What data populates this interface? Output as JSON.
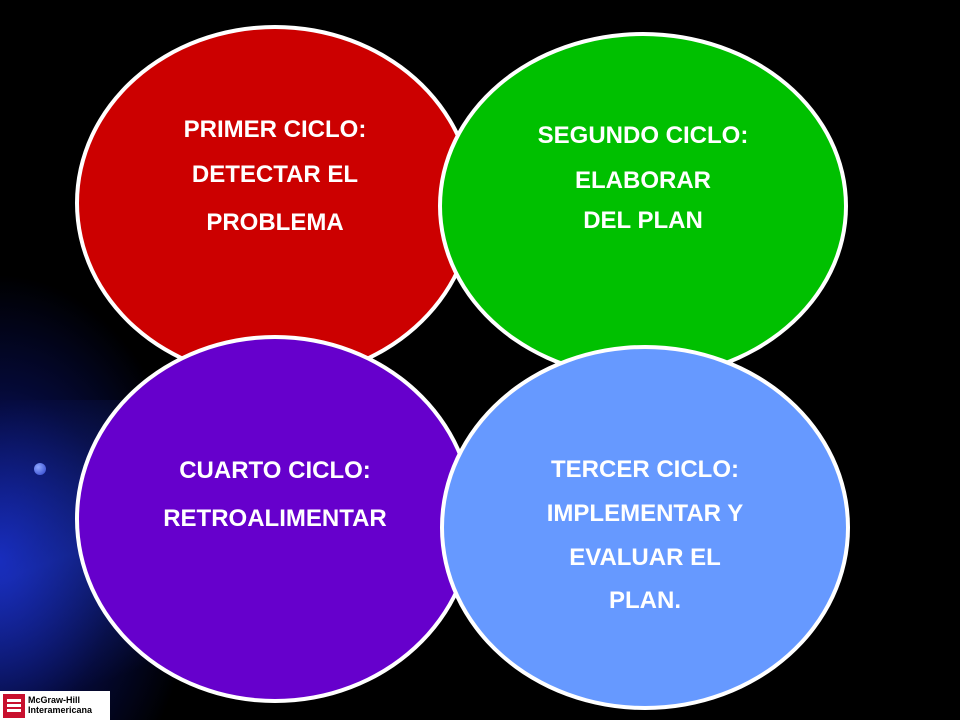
{
  "cycles": {
    "first": {
      "lines": [
        "PRIMER CICLO:",
        "DETECTAR EL",
        "PROBLEMA"
      ],
      "color": "#cc0000"
    },
    "second": {
      "lines": [
        "SEGUNDO CICLO:",
        "ELABORAR",
        "DEL PLAN"
      ],
      "color": "#00c000"
    },
    "third": {
      "lines": [
        "TERCER CICLO:",
        "IMPLEMENTAR Y",
        "EVALUAR EL",
        "PLAN."
      ],
      "color": "#6699ff"
    },
    "fourth": {
      "lines": [
        "CUARTO CICLO:",
        "RETROALIMENTAR"
      ],
      "color": "#6600cc"
    }
  },
  "logo": {
    "lines": [
      "McGraw-Hill",
      "Interamericana"
    ]
  },
  "colors": {
    "background": "#000000",
    "border": "#ffffff",
    "text": "#ffffff"
  }
}
